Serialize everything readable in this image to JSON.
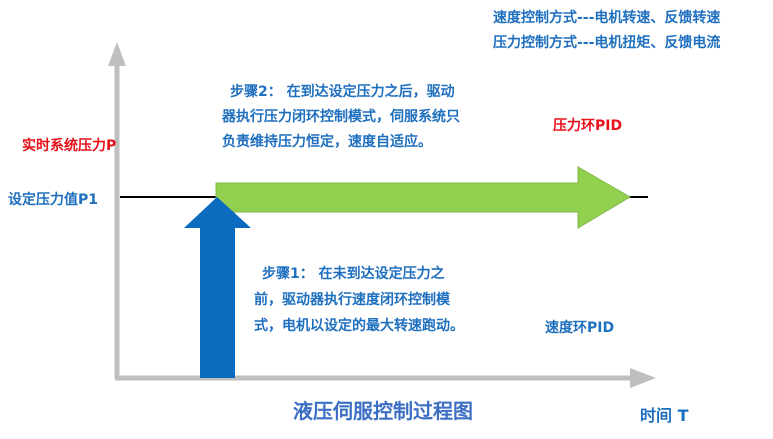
{
  "legend_lines": [
    "速度控制方式---电机转速、反馈转速",
    "压力控制方式---电机扭矩、反馈电流"
  ],
  "y_axis_label": "实时系统压力P",
  "setpoint_label": "设定压力值P1",
  "x_axis_label": "时间 T",
  "step2_lines": [
    "步骤2： 在到达设定压力之后，驱动",
    "器执行压力闭环控制模式，伺服系统只",
    "负责维持压力恒定，速度自适应。"
  ],
  "step1_lines": [
    "步骤1： 在未到达设定压力之",
    "前，驱动器执行速度闭环控制模",
    "式，电机以设定的最大转速跑动。"
  ],
  "pressure_loop_label": "压力环PID",
  "speed_loop_label": "速度环PID",
  "title": "液压伺服控制过程图",
  "colors": {
    "blue": "#1f6fbf",
    "red": "#e8101a",
    "green": "#92d050",
    "arrow_blue": "#0b6cbf",
    "axis": "#bfbfbf"
  }
}
